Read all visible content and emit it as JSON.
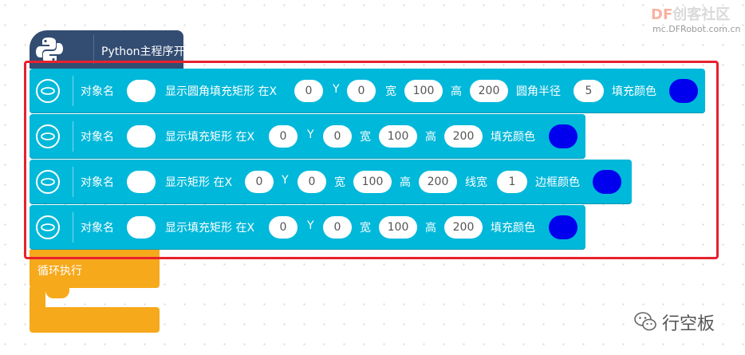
{
  "hat": {
    "label": "Python主程序开始",
    "icon": "python-icon"
  },
  "blocks": [
    {
      "object_label": "对象名",
      "action": "显示圆角填充矩形 在X",
      "x_value": "0",
      "y_label": "Y",
      "y_value": "0",
      "width_label": "宽",
      "width_value": "100",
      "height_label": "高",
      "height_value": "200",
      "extra_label": "圆角半径",
      "extra_value": "5",
      "color_label": "填充颜色",
      "color": "#0000ee"
    },
    {
      "object_label": "对象名",
      "action": "显示填充矩形 在X",
      "x_value": "0",
      "y_label": "Y",
      "y_value": "0",
      "width_label": "宽",
      "width_value": "100",
      "height_label": "高",
      "height_value": "200",
      "color_label": "填充颜色",
      "color": "#0000ee"
    },
    {
      "object_label": "对象名",
      "action": "显示矩形 在X",
      "x_value": "0",
      "y_label": "Y",
      "y_value": "0",
      "width_label": "宽",
      "width_value": "100",
      "height_label": "高",
      "height_value": "200",
      "extra_label": "线宽",
      "extra_value": "1",
      "color_label": "边框颜色",
      "color": "#0000ee"
    },
    {
      "object_label": "对象名",
      "action": "显示填充矩形 在X",
      "x_value": "0",
      "y_label": "Y",
      "y_value": "0",
      "width_label": "宽",
      "width_value": "100",
      "height_label": "高",
      "height_value": "200",
      "color_label": "填充颜色",
      "color": "#0000ee"
    }
  ],
  "loop": {
    "label": "循环执行"
  },
  "watermark": {
    "brand_df": "DF",
    "brand_rest": "创客社区",
    "url": "mc.DFRobot.com.cn",
    "account": "行空板",
    "account_icon": "wechat-icon"
  },
  "colors": {
    "highlight": "#e8212e",
    "block": "#00b8da",
    "hat": "#334c72",
    "loop": "#f6a91b"
  }
}
